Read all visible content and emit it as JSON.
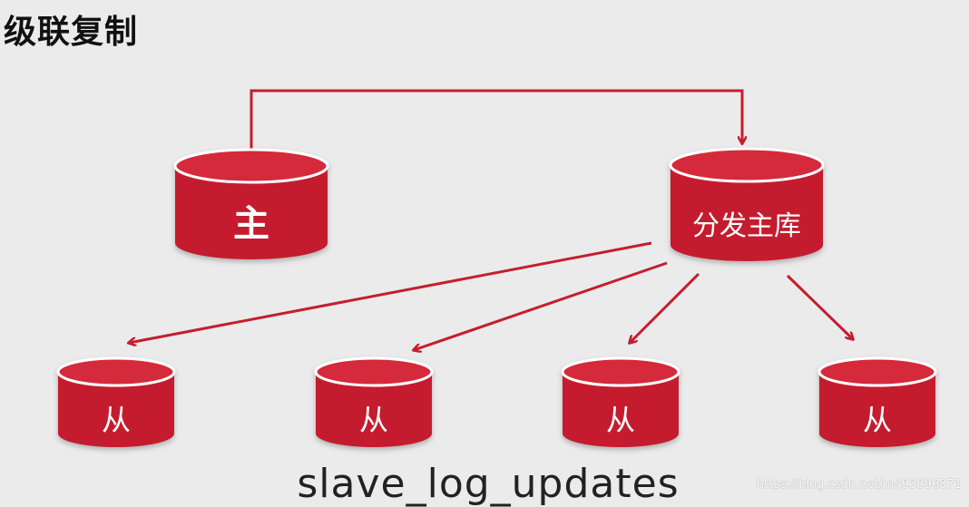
{
  "title": "级联复制",
  "nodes": {
    "master": {
      "label": "主"
    },
    "distributor": {
      "label": "分发主库"
    },
    "slaves": [
      {
        "label": "从"
      },
      {
        "label": "从"
      },
      {
        "label": "从"
      },
      {
        "label": "从"
      }
    ]
  },
  "footer": "slave_log_updates",
  "watermark": "https://blog.csdn.net/m493096871",
  "colors": {
    "db_fill": "#c41e2e",
    "db_top": "#d42a3a",
    "arrow": "#c41e2e",
    "background": "#ebebeb"
  }
}
